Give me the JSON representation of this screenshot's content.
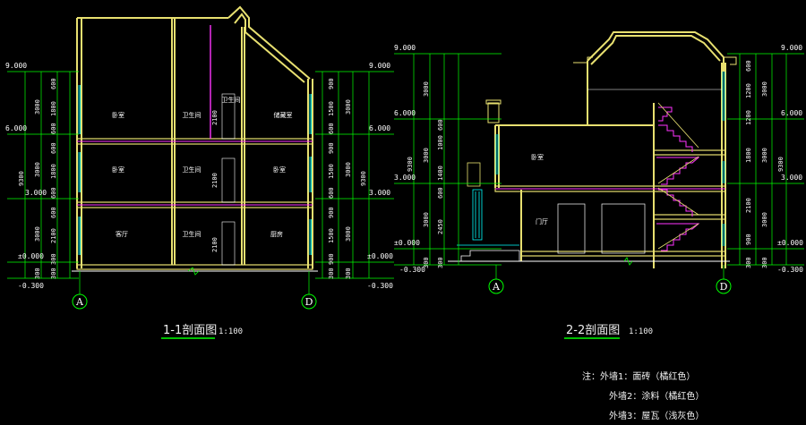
{
  "section_1": {
    "title": "1-1剖面图",
    "scale": "1:100",
    "axis_left": "A",
    "axis_right": "D",
    "rooms": [
      "卧室",
      "卫生间",
      "卫生间",
      "储藏室",
      "卧室",
      "卫生间",
      "卧室",
      "客厅",
      "卫生间",
      "厨房"
    ],
    "door_heights": [
      "2100",
      "2100",
      "2100"
    ],
    "elev_left": [
      "9.000",
      "6.000",
      "3.000",
      "±0.000",
      "-0.300"
    ],
    "elev_right": [
      "9.000",
      "6.000",
      "3.000",
      "±0.000",
      "-0.300"
    ],
    "dims_left_outer": [
      "3000",
      "3000",
      "3000",
      "300"
    ],
    "dims_left_total": "9300",
    "dims_left_inner": [
      "600",
      "1800",
      "600",
      "600",
      "1800",
      "600",
      "600",
      "2100",
      "300",
      "300"
    ],
    "dims_right_inner": [
      "900",
      "1500",
      "600",
      "900",
      "1500",
      "600",
      "900",
      "1500",
      "900",
      "300"
    ],
    "dims_right_outer": [
      "3000",
      "3000",
      "3000",
      "300"
    ],
    "dims_right_total": "9300"
  },
  "section_2": {
    "title": "2-2剖面图",
    "scale": "1:100",
    "axis_left": "A",
    "axis_right": "D",
    "rooms": [
      "卧室",
      "门厅"
    ],
    "elev_left": [
      "9.000",
      "6.000",
      "3.000",
      "±0.000",
      "-0.300"
    ],
    "elev_right": [
      "9.000",
      "6.000",
      "3.000",
      "±0.000",
      "-0.300"
    ],
    "dims_left_outer": [
      "3000",
      "3000",
      "3000",
      "300"
    ],
    "dims_left_total": "9300",
    "dims_left_inner": [
      "1000",
      "600",
      "1400",
      "600",
      "2450",
      "300"
    ],
    "dims_right_inner": [
      "600",
      "1200",
      "1200",
      "1800",
      "2100",
      "900",
      "300"
    ],
    "dims_right_outer": [
      "3000",
      "3000",
      "3000",
      "300"
    ],
    "dims_right_total": "9300"
  },
  "notes": [
    "注：外墙1：面砖（橘红色）",
    "外墙2：涂料（橘红色）",
    "外墙3：屋瓦（浅灰色）"
  ],
  "colors": {
    "wall": "#e8e070",
    "dimension": "#00ff00",
    "stair": "#ff33ff",
    "window": "#00ffff",
    "text": "#ffffff",
    "axis_circle": "#00ff00"
  }
}
